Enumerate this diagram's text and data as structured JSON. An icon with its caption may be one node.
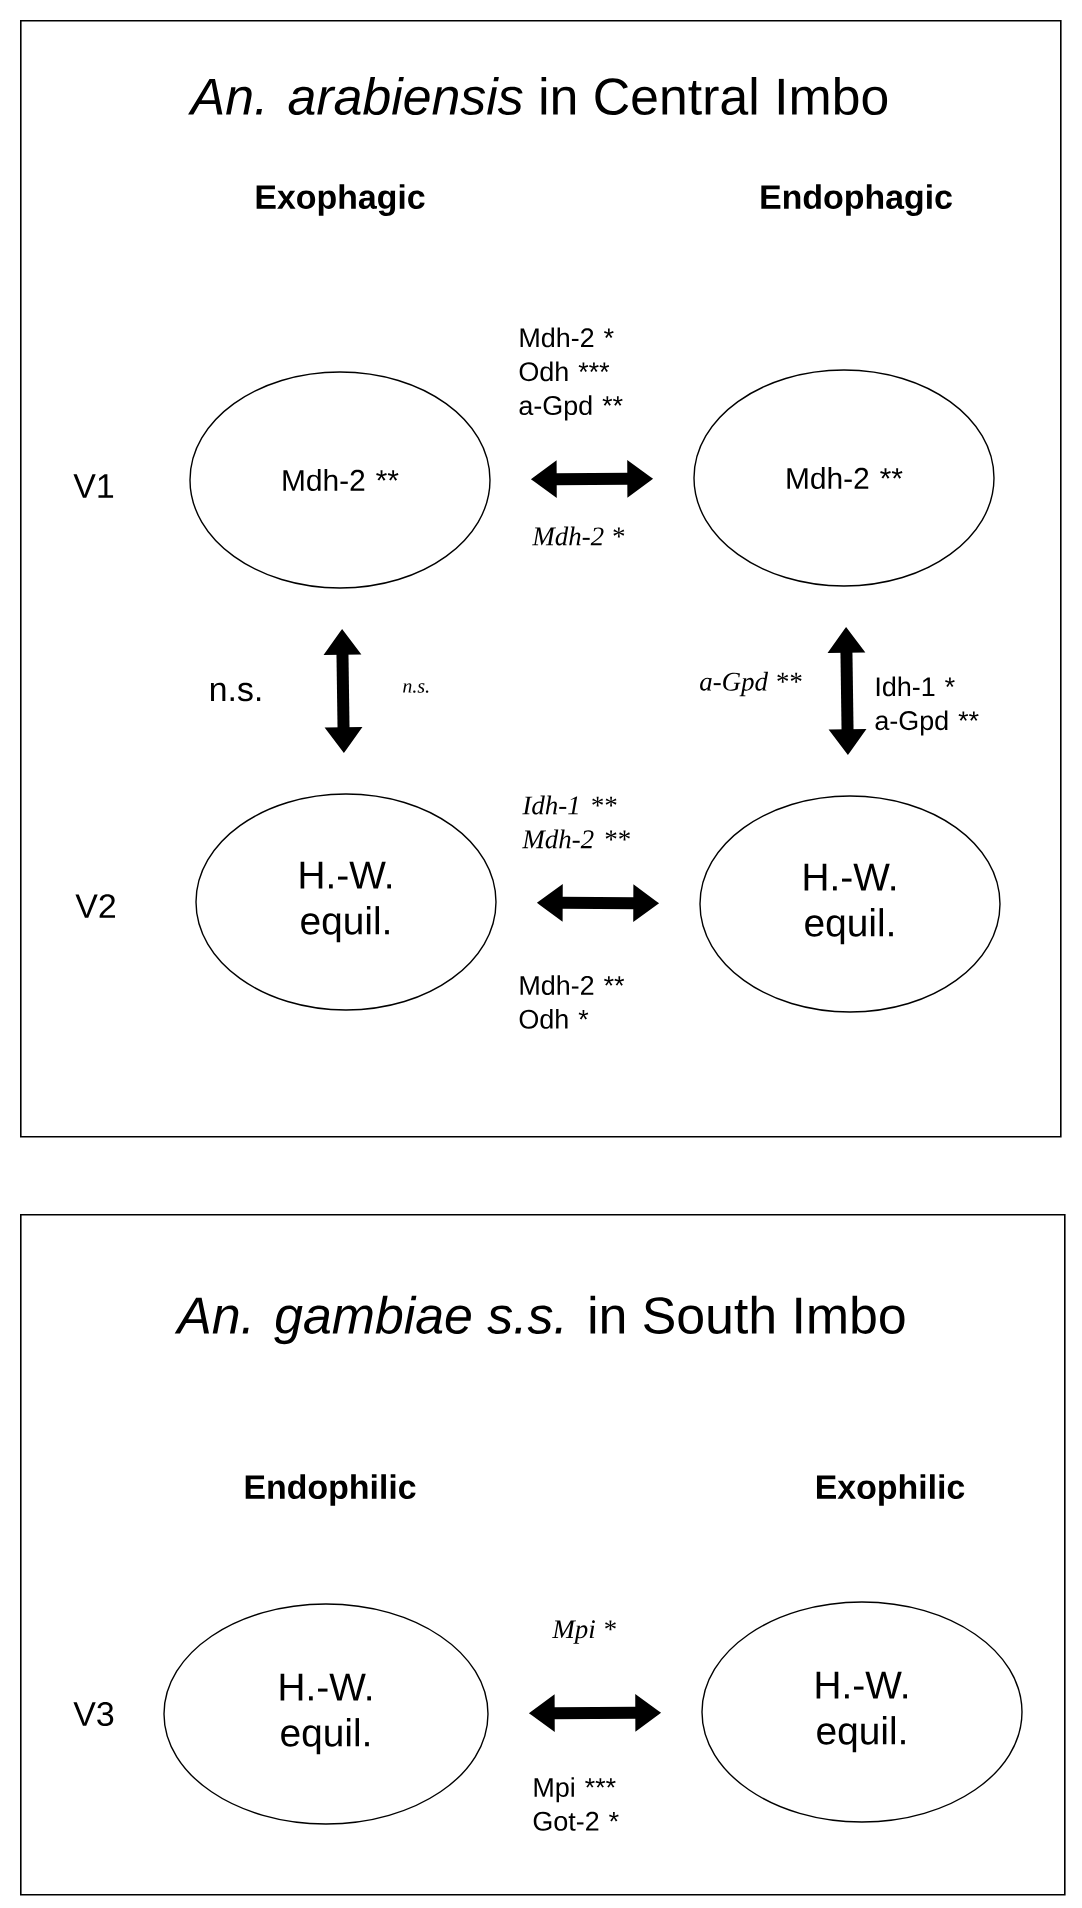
{
  "diagram": {
    "nodes": [
      {
        "text": [
          "*An. arabiensis* in Central Imbo"
        ]
      },
      {
        "text": [
          "Mdh-2 **"
        ],
        "in": 0
      },
      {
        "text": [
          "Mdh-2 **"
        ],
        "in": 0
      },
      {
        "text": [
          "H.-W. equil."
        ],
        "in": 0
      },
      {
        "text": [
          "H.-W. equil."
        ],
        "in": 0
      },
      {
        "text": [
          "*An. gambiae s.s.* in South Imbo"
        ]
      },
      {
        "text": [
          "H.-W. equil."
        ],
        "in": 5
      },
      {
        "text": [
          "H.-W. equil."
        ],
        "in": 5
      }
    ],
    "edges": [
      {
        "from": 1,
        "to": 2,
        "arrow": "both"
      },
      {
        "from": 1,
        "to": 3,
        "arrow": "both"
      },
      {
        "from": 2,
        "to": 4,
        "arrow": "both"
      },
      {
        "from": 3,
        "to": 4,
        "arrow": "both"
      },
      {
        "from": 6,
        "to": 7,
        "arrow": "both"
      }
    ],
    "labels": [
      "Exophagic",
      "Endophagic",
      "Mdh-2 * Odh *** a-Gpd **",
      "V1",
      "Mdh-2 *",
      "n.s.",
      "n.s.",
      "a-Gpd **",
      "Idh-1 * a-Gpd **",
      "Idh-1 ** Mdh-2 **",
      "V2",
      "Mdh-2 ** Odh *",
      "Endophilic",
      "Exophilic",
      "Mpi *",
      "V3",
      "Mpi *** Got-2 *"
    ]
  }
}
